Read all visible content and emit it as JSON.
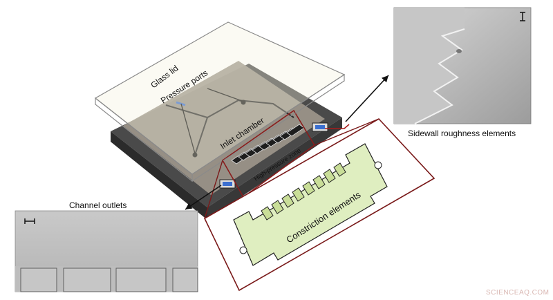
{
  "labels": {
    "glass_lid": "Glass lid",
    "pressure_ports": "Pressure ports",
    "inlet_chamber": "Inlet chamber",
    "high_pressure_zone": "High-pressure zone",
    "constriction_elements": "Constriction elements",
    "channel_outlets": "Channel outlets",
    "sidewall_roughness": "Sidewall roughness elements"
  },
  "watermark": "SCIENCEAQ.COM",
  "colors": {
    "constriction_fill": "#dfeec0",
    "highlight_outline": "#7a1a1a",
    "chip_dark": "#3a3a3a",
    "chamber_gray": "#9a9288"
  }
}
